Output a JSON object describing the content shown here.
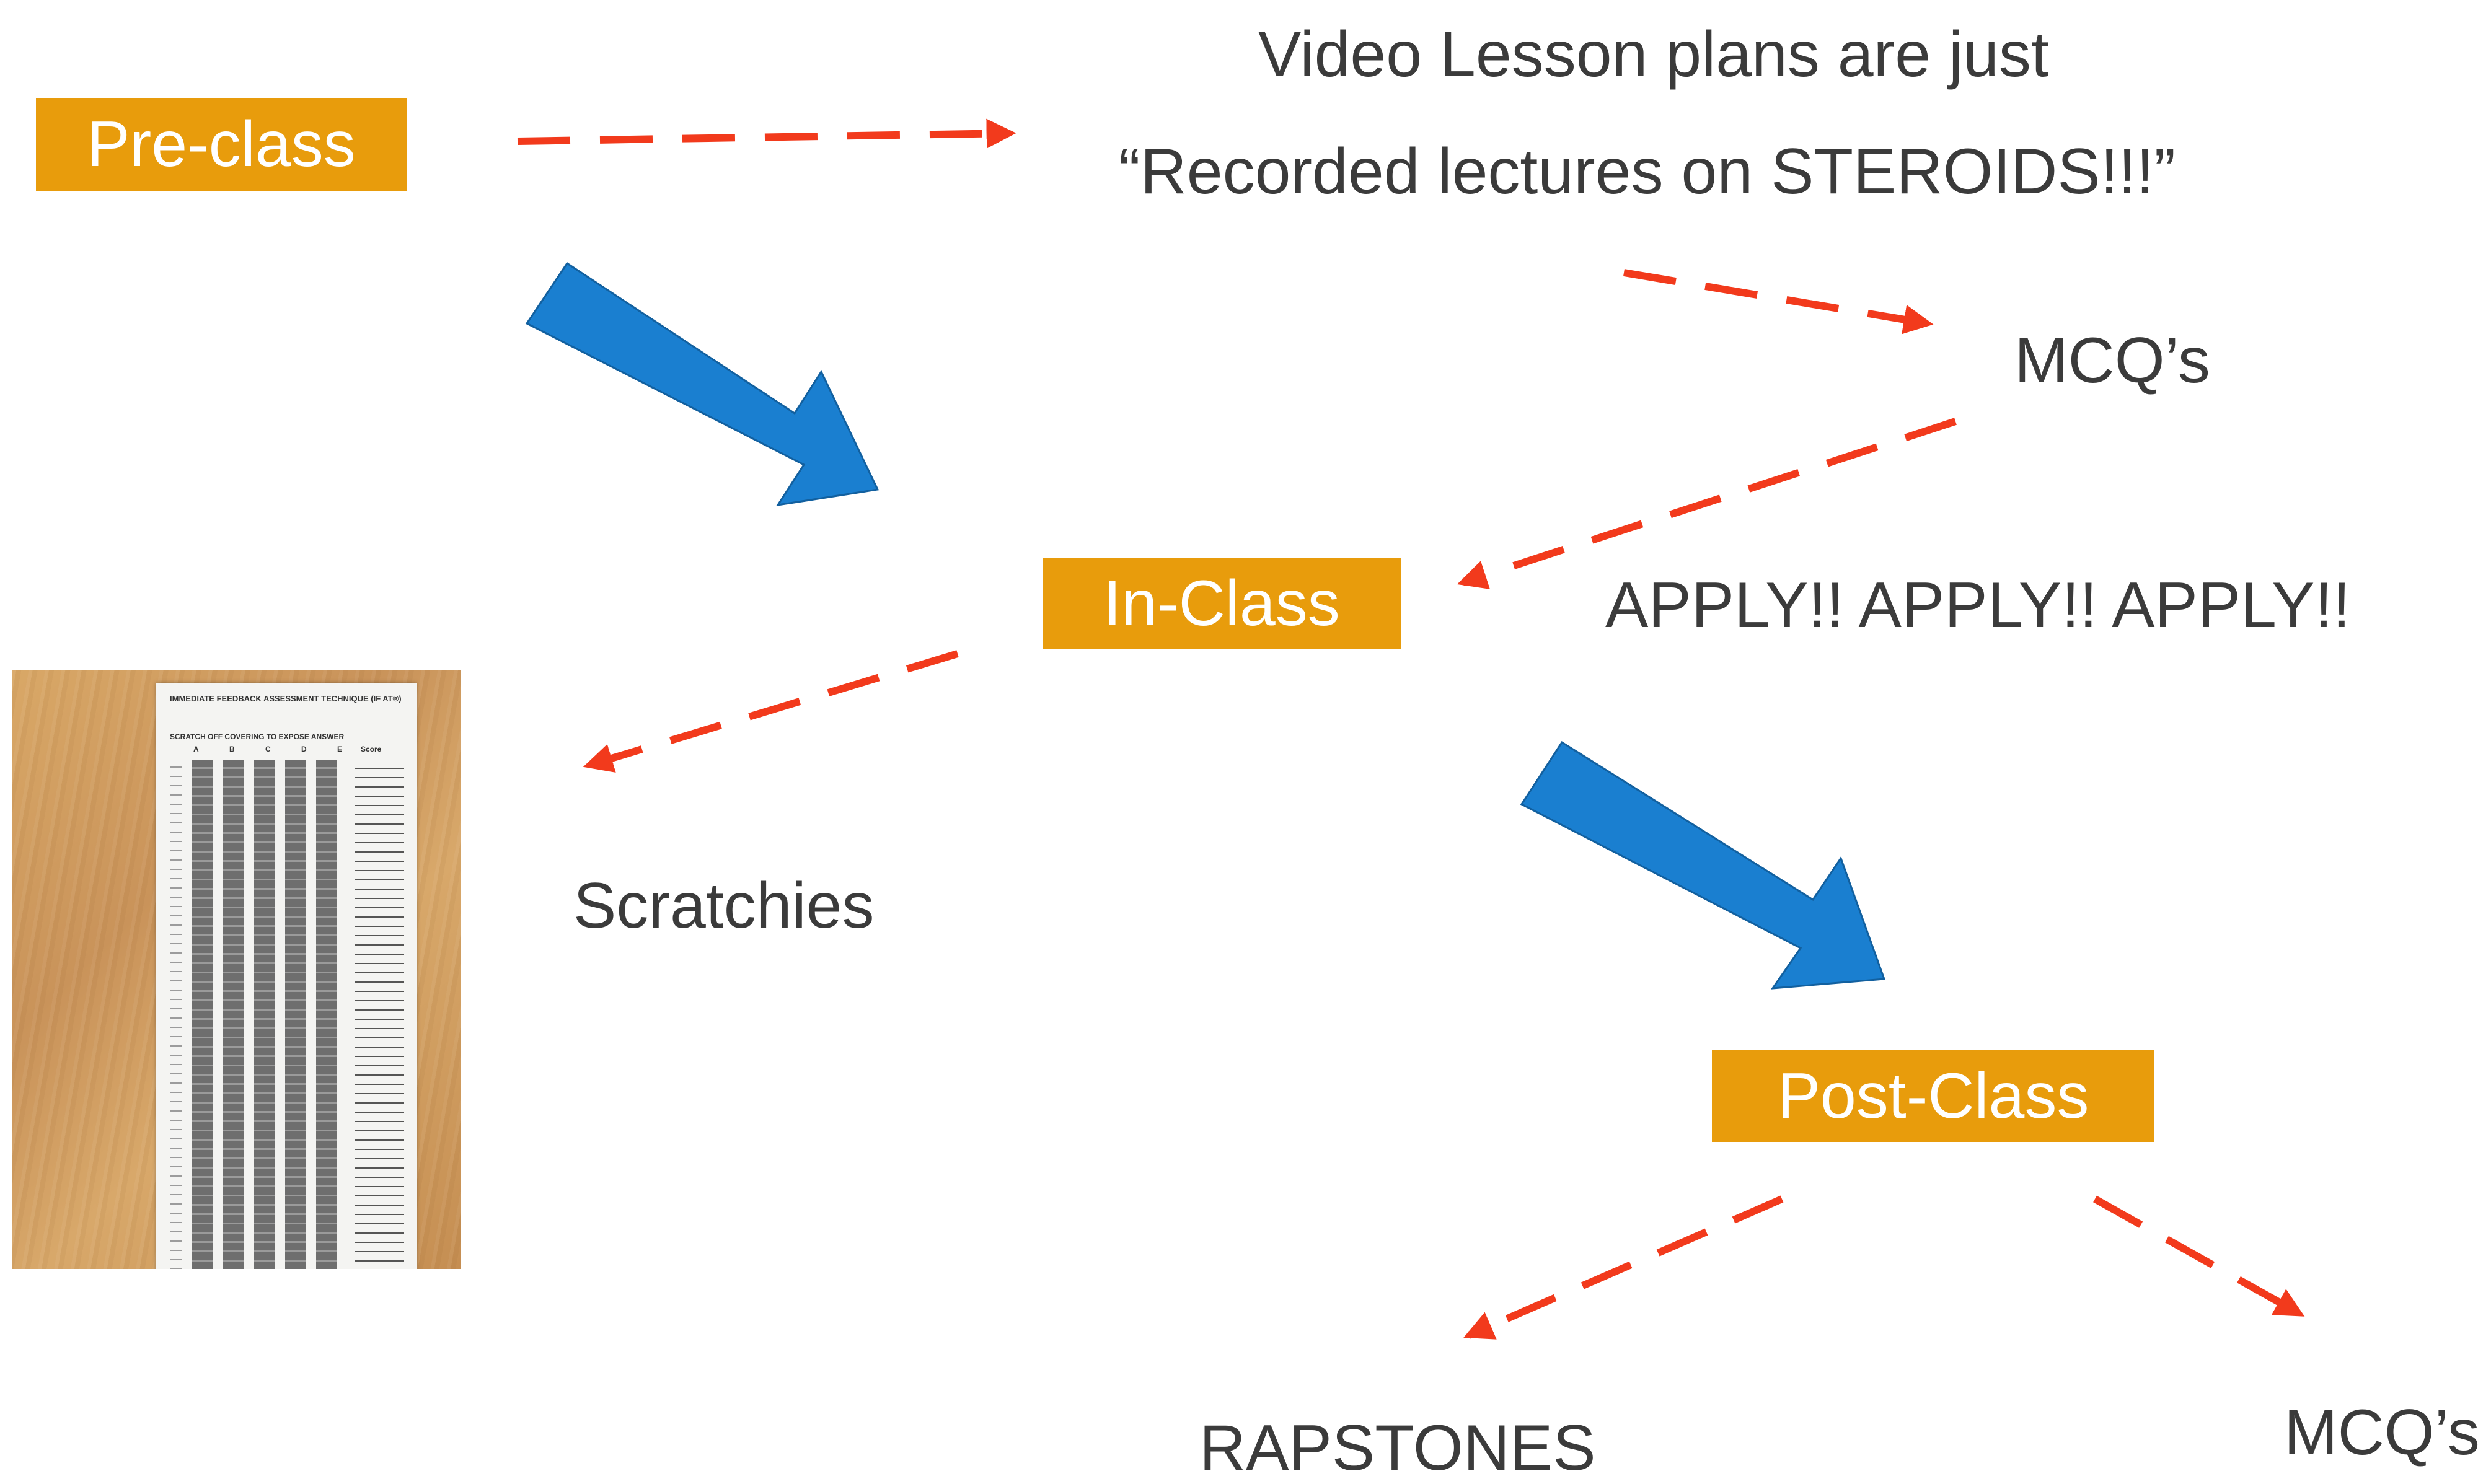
{
  "boxes": {
    "pre_class": "Pre-class",
    "in_class": "In-Class",
    "post_class": "Post-Class"
  },
  "labels": {
    "video_line1": "Video Lesson plans are just",
    "video_line2": "“Recorded lectures on STEROIDS!!!”",
    "mcq_top": "MCQ’s",
    "apply": "APPLY!!  APPLY!!  APPLY!!",
    "scratchies": "Scratchies",
    "rapstones": "RAPSTONES",
    "mcq_bottom": "MCQ’s"
  },
  "photo": {
    "card_title": "IMMEDIATE FEEDBACK ASSESSMENT TECHNIQUE (IF AT®)",
    "card_sub": "SCRATCH OFF COVERING TO EXPOSE ANSWER",
    "columns": [
      "A",
      "B",
      "C",
      "D",
      "E"
    ],
    "score_label": "Score"
  },
  "colors": {
    "box": "#e89c0c",
    "dashed_arrow": "#f23a1c",
    "block_arrow": "#1a7fd0"
  }
}
